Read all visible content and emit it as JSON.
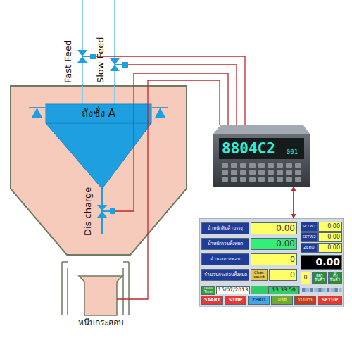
{
  "diagram": {
    "nodes": [
      {
        "text": [
          "Fast Feed"
        ]
      },
      {
        "text": [
          "Slow Feed"
        ]
      },
      {
        "text": [
          "ถังชั่ง A"
        ]
      },
      {
        "text": [
          "8804C2",
          "001"
        ]
      },
      {
        "text": [
          "Dis charge"
        ]
      },
      {
        "text": [
          "น้ำหนักสินค้าบรรจุ",
          "น้ำหนักรวมทั้งหมด",
          "จำนวนกระสอบ",
          "จำนวนกระสอบทั้งหมด",
          "0.00",
          "0.00",
          "0",
          "Clear count",
          "0",
          "SETW1",
          "0.00",
          "SETW2",
          "0.00",
          "ZERO",
          "0.00",
          "0.00",
          "0",
          "ออก สินค้า",
          "ตั้ง สินค้า",
          "Date Time",
          "15/07/2013",
          "13:33:50",
          "START",
          "STOP",
          "ZERO",
          "ผลิต",
          "รายงาน",
          "SETUP"
        ]
      },
      {
        "text": [
          "หนีบกระสอบ"
        ]
      }
    ],
    "edges": [
      {
        "from": 3,
        "to": 0,
        "arrow": "none"
      },
      {
        "from": 3,
        "to": 1,
        "arrow": "none"
      },
      {
        "from": 3,
        "to": 4,
        "arrow": "none"
      },
      {
        "from": 3,
        "to": 6,
        "arrow": "none"
      },
      {
        "from": 3,
        "to": 5,
        "arrow": "both"
      }
    ]
  }
}
